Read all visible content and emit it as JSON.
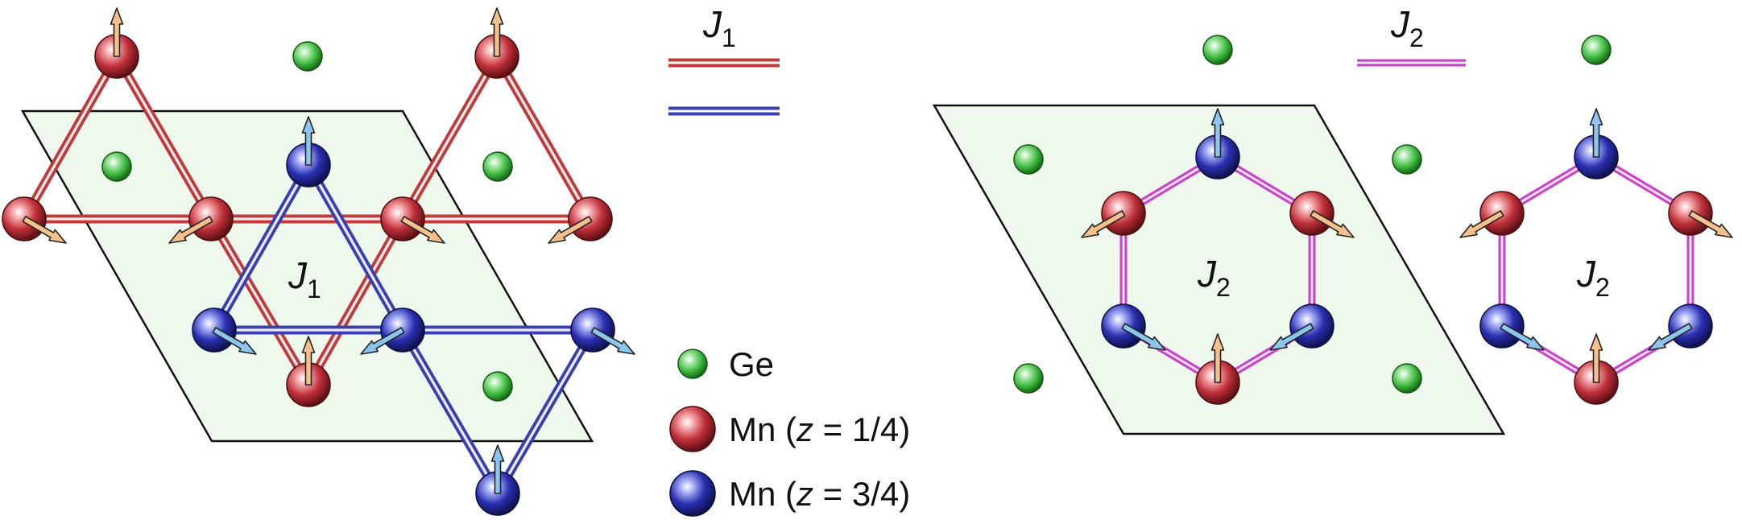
{
  "bond_labels": {
    "j1_symbol": "J",
    "j1_subscript": "1",
    "j2_symbol": "J",
    "j2_subscript": "2"
  },
  "legend": {
    "ge_label": "Ge",
    "mn_z14_prefix": "Mn (",
    "mn_z14_var": "z",
    "mn_z14_value": " = 1/4)",
    "mn_z34_prefix": "Mn (",
    "mn_z34_var": "z",
    "mn_z34_value": " = 3/4)"
  },
  "colors": {
    "j1_mn_z14_bond": "#c0393b",
    "j1_mn_z34_bond": "#3a3fb0",
    "j2_bond": "#cc44cc",
    "ge_atom": "#3db83d",
    "mn_z14_atom": "#c0303a",
    "mn_z34_atom": "#2a2fb0",
    "moment_on_mn_z14": "#f6c08c",
    "moment_on_mn_z34": "#8cc6ee",
    "cell_fill": "#eff8ec"
  }
}
